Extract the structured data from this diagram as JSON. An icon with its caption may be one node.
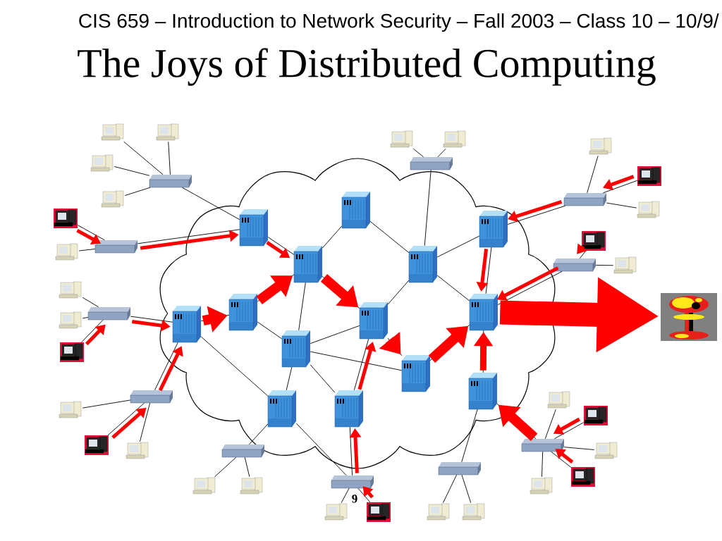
{
  "diagram": {
    "title": "The Joys of Distributed Computing",
    "nodes": [
      {
        "text": [],
        "shape": "cloud"
      },
      {
        "text": [],
        "shape": "box",
        "in": 0
      },
      {
        "text": [],
        "shape": "box",
        "in": 0
      },
      {
        "text": [],
        "shape": "box",
        "in": 0
      },
      {
        "text": [],
        "shape": "box",
        "in": 0
      },
      {
        "text": [],
        "shape": "box",
        "in": 0
      },
      {
        "text": [],
        "shape": "box",
        "in": 0
      },
      {
        "text": [],
        "shape": "box",
        "in": 0
      },
      {
        "text": [],
        "shape": "box",
        "in": 0
      },
      {
        "text": [],
        "shape": "box",
        "in": 0
      },
      {
        "text": [],
        "shape": "box",
        "in": 0
      },
      {
        "text": [],
        "shape": "box",
        "in": 0
      },
      {
        "text": [],
        "shape": "box",
        "in": 0
      },
      {
        "text": [],
        "shape": "box",
        "in": 0
      },
      {
        "text": [],
        "shape": "box",
        "in": 0
      },
      {
        "text": [],
        "shape": "bar"
      },
      {
        "text": [],
        "shape": "bar"
      },
      {
        "text": [],
        "shape": "bar"
      },
      {
        "text": [],
        "shape": "bar"
      },
      {
        "text": [],
        "shape": "bar"
      },
      {
        "text": [],
        "shape": "bar"
      },
      {
        "text": [],
        "shape": "bar"
      },
      {
        "text": [],
        "shape": "bar"
      },
      {
        "text": [],
        "shape": "bar"
      },
      {
        "text": [],
        "shape": "bar"
      },
      {
        "text": [],
        "shape": "bar"
      },
      {
        "text": [],
        "shape": "picture"
      },
      {
        "text": [],
        "shape": "picture"
      },
      {
        "text": [],
        "shape": "picture"
      },
      {
        "text": [],
        "shape": "picture"
      },
      {
        "text": [],
        "shape": "picture"
      },
      {
        "text": [],
        "shape": "picture"
      },
      {
        "text": [],
        "shape": "picture"
      },
      {
        "text": [],
        "shape": "picture"
      },
      {
        "text": [],
        "shape": "picture"
      },
      {
        "text": [],
        "shape": "picture"
      },
      {
        "text": [],
        "shape": "picture"
      },
      {
        "text": [],
        "shape": "picture"
      },
      {
        "text": [],
        "shape": "picture"
      },
      {
        "text": [],
        "shape": "picture"
      },
      {
        "text": [],
        "shape": "picture"
      },
      {
        "text": [],
        "shape": "picture"
      },
      {
        "text": [],
        "shape": "picture"
      },
      {
        "text": [],
        "shape": "picture"
      },
      {
        "text": [],
        "shape": "picture"
      },
      {
        "text": [],
        "shape": "picture"
      },
      {
        "text": [],
        "shape": "picture"
      },
      {
        "text": [],
        "shape": "picture"
      },
      {
        "text": [],
        "shape": "picture"
      },
      {
        "text": [],
        "shape": "picture"
      },
      {
        "text": [],
        "shape": "picture"
      },
      {
        "text": [],
        "shape": "picture"
      },
      {
        "text": [],
        "shape": "picture"
      },
      {
        "text": [],
        "shape": "picture"
      },
      {
        "text": [],
        "shape": "picture"
      },
      {
        "text": [],
        "shape": "picture"
      },
      {
        "text": [],
        "shape": "picture"
      }
    ],
    "edges": [
      {
        "from": 26,
        "to": 15,
        "arrow": "none"
      },
      {
        "from": 27,
        "to": 15,
        "arrow": "none"
      },
      {
        "from": 28,
        "to": 15,
        "arrow": "none"
      },
      {
        "from": 29,
        "to": 15,
        "arrow": "none"
      },
      {
        "from": 15,
        "to": 1,
        "arrow": "none"
      },
      {
        "from": 30,
        "to": 16,
        "arrow": "none"
      },
      {
        "from": 31,
        "to": 16,
        "arrow": "none"
      },
      {
        "from": 16,
        "to": 1,
        "arrow": "none"
      },
      {
        "from": 32,
        "to": 17,
        "arrow": "none"
      },
      {
        "from": 33,
        "to": 17,
        "arrow": "none"
      },
      {
        "from": 34,
        "to": 17,
        "arrow": "none"
      },
      {
        "from": 17,
        "to": 6,
        "arrow": "none"
      },
      {
        "from": 35,
        "to": 18,
        "arrow": "none"
      },
      {
        "from": 36,
        "to": 18,
        "arrow": "none"
      },
      {
        "from": 37,
        "to": 18,
        "arrow": "none"
      },
      {
        "from": 18,
        "to": 6,
        "arrow": "none"
      },
      {
        "from": 6,
        "to": 7,
        "arrow": "none"
      },
      {
        "from": 1,
        "to": 3,
        "arrow": "none"
      },
      {
        "from": 2,
        "to": 3,
        "arrow": "none"
      },
      {
        "from": 7,
        "to": 3,
        "arrow": "none"
      },
      {
        "from": 3,
        "to": 10,
        "arrow": "none"
      },
      {
        "from": 3,
        "to": 8,
        "arrow": "none"
      },
      {
        "from": 2,
        "to": 4,
        "arrow": "none"
      },
      {
        "from": 4,
        "to": 23,
        "arrow": "none"
      },
      {
        "from": 8,
        "to": 4,
        "arrow": "none"
      },
      {
        "from": 4,
        "to": 5,
        "arrow": "none"
      },
      {
        "from": 4,
        "to": 9,
        "arrow": "none"
      },
      {
        "from": 5,
        "to": 9,
        "arrow": "none"
      },
      {
        "from": 5,
        "to": 24,
        "arrow": "none"
      },
      {
        "from": 9,
        "to": 25,
        "arrow": "none"
      },
      {
        "from": 10,
        "to": 8,
        "arrow": "none"
      },
      {
        "from": 10,
        "to": 11,
        "arrow": "none"
      },
      {
        "from": 7,
        "to": 10,
        "arrow": "none"
      },
      {
        "from": 10,
        "to": 13,
        "arrow": "none"
      },
      {
        "from": 10,
        "to": 14,
        "arrow": "none"
      },
      {
        "from": 8,
        "to": 14,
        "arrow": "none"
      },
      {
        "from": 8,
        "to": 11,
        "arrow": "none"
      },
      {
        "from": 11,
        "to": 9,
        "arrow": "none"
      },
      {
        "from": 9,
        "to": 12,
        "arrow": "none"
      },
      {
        "from": 12,
        "to": 21,
        "arrow": "none"
      },
      {
        "from": 12,
        "to": 22,
        "arrow": "none"
      },
      {
        "from": 6,
        "to": 13,
        "arrow": "none"
      },
      {
        "from": 13,
        "to": 19,
        "arrow": "none"
      },
      {
        "from": 13,
        "to": 20,
        "arrow": "none"
      },
      {
        "from": 14,
        "to": 20,
        "arrow": "none"
      },
      {
        "from": 19,
        "to": 38,
        "arrow": "none"
      },
      {
        "from": 19,
        "to": 39,
        "arrow": "none"
      },
      {
        "from": 20,
        "to": 40,
        "arrow": "none"
      },
      {
        "from": 20,
        "to": 41,
        "arrow": "none"
      },
      {
        "from": 21,
        "to": 42,
        "arrow": "none"
      },
      {
        "from": 21,
        "to": 43,
        "arrow": "none"
      },
      {
        "from": 22,
        "to": 44,
        "arrow": "none"
      },
      {
        "from": 22,
        "to": 45,
        "arrow": "none"
      },
      {
        "from": 22,
        "to": 46,
        "arrow": "none"
      },
      {
        "from": 22,
        "to": 47,
        "arrow": "none"
      },
      {
        "from": 22,
        "to": 48,
        "arrow": "none"
      },
      {
        "from": 23,
        "to": 49,
        "arrow": "none"
      },
      {
        "from": 23,
        "to": 50,
        "arrow": "none"
      },
      {
        "from": 24,
        "to": 51,
        "arrow": "none"
      },
      {
        "from": 24,
        "to": 52,
        "arrow": "none"
      },
      {
        "from": 24,
        "to": 53,
        "arrow": "none"
      },
      {
        "from": 25,
        "to": 54,
        "arrow": "none"
      },
      {
        "from": 25,
        "to": 55,
        "arrow": "none"
      },
      {
        "from": 30,
        "to": 16,
        "arrow": "to",
        "style": "thick",
        "color": "#ff0000"
      },
      {
        "from": 16,
        "to": 1,
        "arrow": "to",
        "style": "thick",
        "color": "#ff0000"
      },
      {
        "from": 1,
        "to": 3,
        "arrow": "to",
        "style": "thick",
        "color": "#ff0000"
      },
      {
        "from": 3,
        "to": 8,
        "arrow": "to",
        "style": "thick",
        "color": "#ff0000"
      },
      {
        "from": 7,
        "to": 3,
        "arrow": "to",
        "style": "thick",
        "color": "#ff0000"
      },
      {
        "from": 6,
        "to": 7,
        "arrow": "to",
        "style": "thick",
        "color": "#ff0000"
      },
      {
        "from": 17,
        "to": 6,
        "arrow": "to",
        "style": "thick",
        "color": "#ff0000"
      },
      {
        "from": 34,
        "to": 17,
        "arrow": "to",
        "style": "thick",
        "color": "#ff0000"
      },
      {
        "from": 18,
        "to": 6,
        "arrow": "to",
        "style": "thick",
        "color": "#ff0000"
      },
      {
        "from": 36,
        "to": 18,
        "arrow": "to",
        "style": "thick",
        "color": "#ff0000"
      },
      {
        "from": 20,
        "to": 14,
        "arrow": "to",
        "style": "thick",
        "color": "#ff0000"
      },
      {
        "from": 41,
        "to": 20,
        "arrow": "to",
        "style": "thick",
        "color": "#ff0000"
      },
      {
        "from": 14,
        "to": 8,
        "arrow": "to",
        "style": "thick",
        "color": "#ff0000"
      },
      {
        "from": 8,
        "to": 11,
        "arrow": "to",
        "style": "thick",
        "color": "#ff0000"
      },
      {
        "from": 11,
        "to": 9,
        "arrow": "to",
        "style": "thick",
        "color": "#ff0000"
      },
      {
        "from": 12,
        "to": 9,
        "arrow": "to",
        "style": "thick",
        "color": "#ff0000"
      },
      {
        "from": 5,
        "to": 9,
        "arrow": "to",
        "style": "thick",
        "color": "#ff0000"
      },
      {
        "from": 24,
        "to": 5,
        "arrow": "to",
        "style": "thick",
        "color": "#ff0000"
      },
      {
        "from": 52,
        "to": 24,
        "arrow": "to",
        "style": "thick",
        "color": "#ff0000"
      },
      {
        "from": 25,
        "to": 9,
        "arrow": "to",
        "style": "thick",
        "color": "#ff0000"
      },
      {
        "from": 54,
        "to": 25,
        "arrow": "to",
        "style": "thick",
        "color": "#ff0000"
      },
      {
        "from": 22,
        "to": 12,
        "arrow": "to",
        "style": "thick",
        "color": "#ff0000"
      },
      {
        "from": 45,
        "to": 22,
        "arrow": "to",
        "style": "thick",
        "color": "#ff0000"
      },
      {
        "from": 47,
        "to": 22,
        "arrow": "to",
        "style": "thick",
        "color": "#ff0000"
      },
      {
        "from": 9,
        "to": 56,
        "arrow": "to",
        "style": "thick",
        "color": "#ff0000"
      }
    ],
    "labels": [
      "CIS 659 – Introduction to Network Security – Fall 2003 – Class 10 – 10/9/",
      "9"
    ]
  }
}
